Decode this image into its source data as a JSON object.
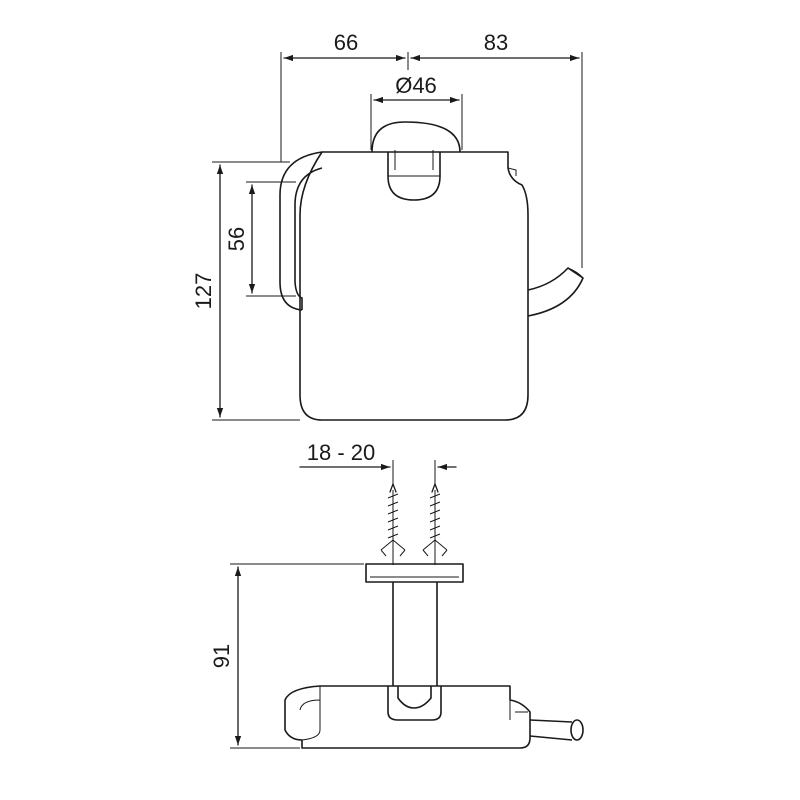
{
  "dimensions": {
    "width_left": "66",
    "width_right": "83",
    "rosette_diameter": "Ø46",
    "roll_hole_height": "56",
    "total_height": "127",
    "anchor_spacing": "18 - 20",
    "depth": "91"
  }
}
